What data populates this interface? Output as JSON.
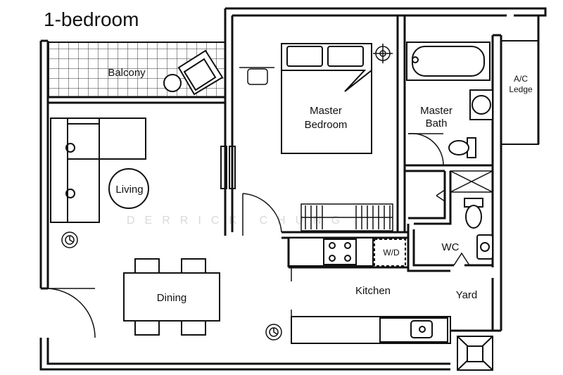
{
  "title": "1-bedroom",
  "watermark": "DERRICK CHUNG",
  "rooms": {
    "balcony": "Balcony",
    "master_bedroom_line1": "Master",
    "master_bedroom_line2": "Bedroom",
    "master_bath_line1": "Master",
    "master_bath_line2": "Bath",
    "ac_ledge_line1": "A/C",
    "ac_ledge_line2": "Ledge",
    "living": "Living",
    "dining": "Dining",
    "kitchen": "Kitchen",
    "wd": "W/D",
    "wc": "WC",
    "yard": "Yard"
  },
  "colors": {
    "wall": "#111111",
    "line": "#222222",
    "watermark": "#d9d9d9"
  }
}
